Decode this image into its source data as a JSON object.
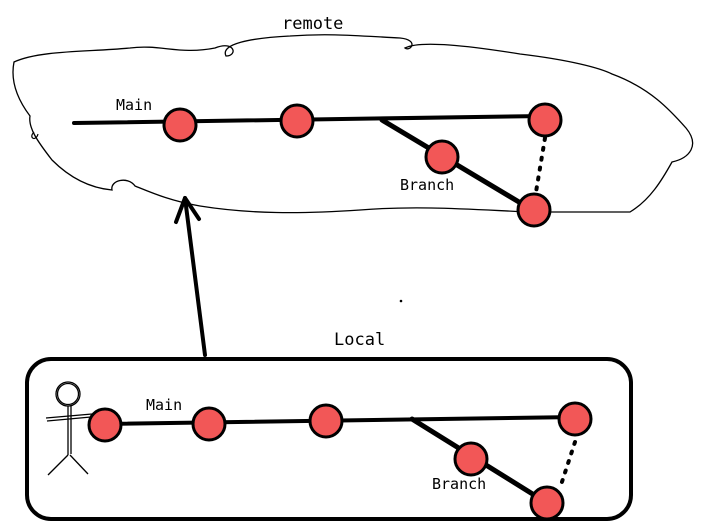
{
  "remote": {
    "title": "remote",
    "main_label": "Main",
    "branch_label": "Branch"
  },
  "local": {
    "title": "Local",
    "main_label": "Main",
    "branch_label": "Branch"
  },
  "colors": {
    "commit_fill": "#f25757",
    "stroke": "#000000",
    "background": "#ffffff"
  },
  "icons": {
    "developer": "stick-figure-icon",
    "push_arrow": "arrow-up-icon"
  }
}
